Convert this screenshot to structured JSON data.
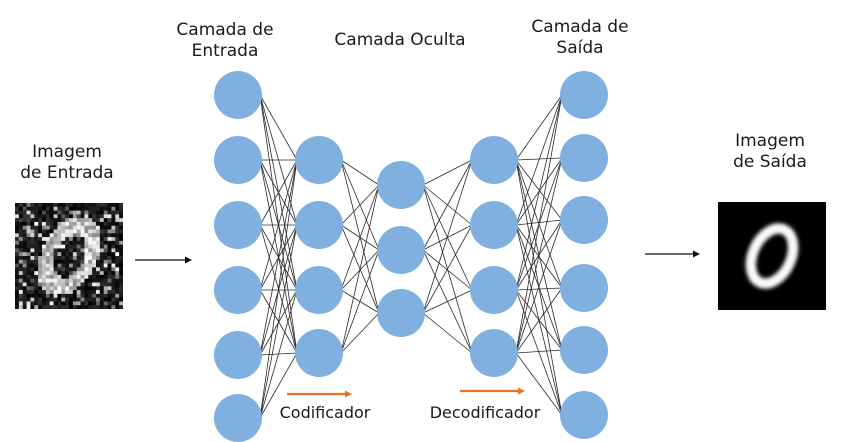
{
  "labels": {
    "input_layer": [
      "Camada de",
      "Entrada"
    ],
    "hidden_layer": "Camada Oculta",
    "output_layer": [
      "Camada de",
      "Saída"
    ],
    "input_image": [
      "Imagem",
      "de Entrada"
    ],
    "output_image": [
      "Imagem",
      "de Saída"
    ],
    "encoder": "Codificador",
    "decoder": "Decodificador"
  },
  "network": {
    "layer_sizes": [
      6,
      4,
      3,
      4,
      6
    ]
  },
  "colors": {
    "node": "#7fb0e0",
    "edge": "#2a2a2a",
    "arrow": "#111111",
    "encoder_arrow": "#e8732a",
    "decoder_arrow": "#e8732a",
    "image_bg": "#000000"
  },
  "images": {
    "input": "noisy-digit-zero",
    "output": "reconstructed-digit-zero"
  }
}
